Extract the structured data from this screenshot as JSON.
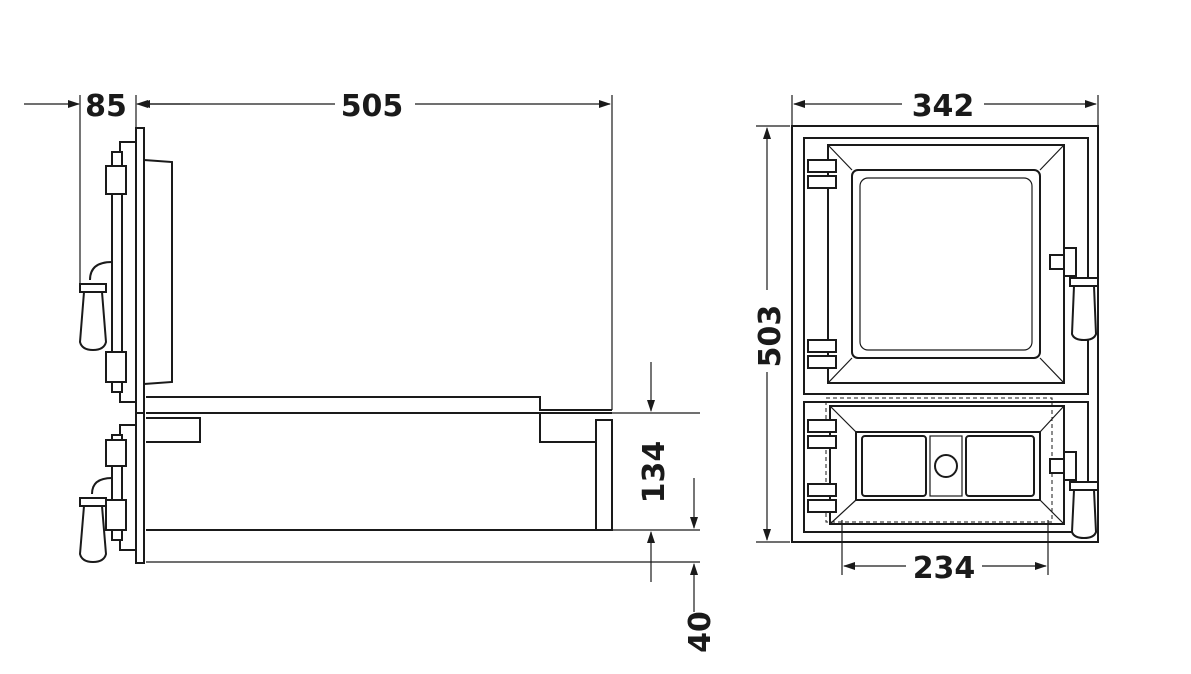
{
  "dimensions": {
    "handle_depth": "85",
    "body_depth": "505",
    "total_width": "342",
    "total_height": "503",
    "ash_door_height": "134",
    "bottom_offset": "40",
    "ash_door_width": "234"
  },
  "colors": {
    "line": "#1a1a1a",
    "background": "#ffffff"
  }
}
